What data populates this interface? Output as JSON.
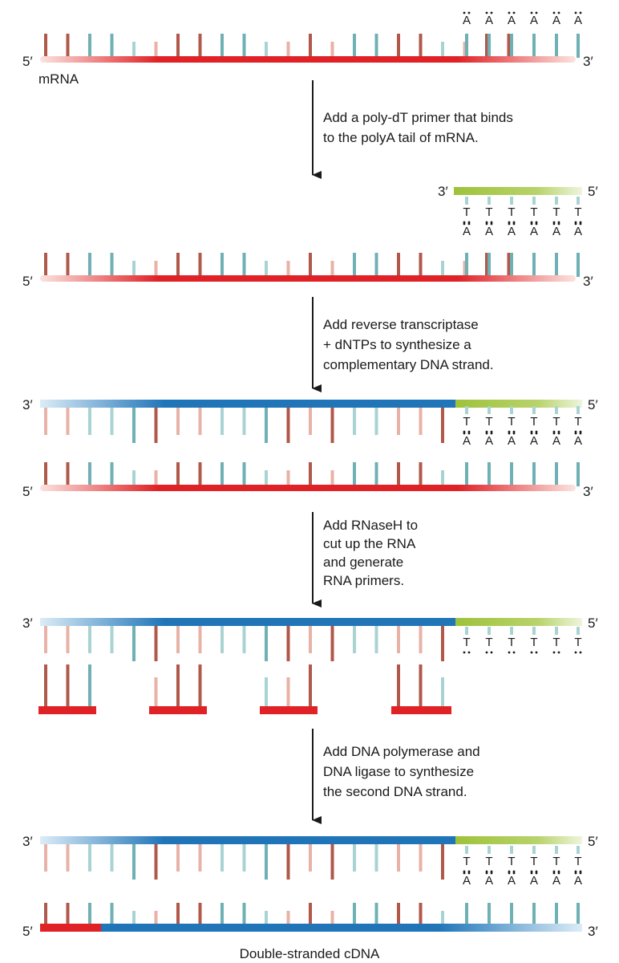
{
  "labels": {
    "five_prime": "5′",
    "three_prime": "3′",
    "mrna": "mRNA",
    "base_a": "A",
    "base_t": "T",
    "final": "Double-stranded cDNA"
  },
  "steps": [
    {
      "lines": [
        "Add a poly-dT primer that binds",
        "to the polyA tail of mRNA."
      ]
    },
    {
      "lines": [
        "Add reverse transcriptase",
        "+ dNTPs to synthesize a",
        "complementary DNA strand."
      ]
    },
    {
      "lines": [
        "Add RNaseH to",
        "cut up the RNA",
        "and generate",
        "RNA primers."
      ]
    },
    {
      "lines": [
        "Add DNA polymerase and",
        "DNA ligase to synthesize",
        "the second DNA strand."
      ]
    }
  ],
  "colors": {
    "mrna": "#e02227",
    "cdna": "#1f75b8",
    "primer": "#9ec23b",
    "base_teal": "#6fb0b4",
    "base_brown": "#b0584a",
    "base_pink": "#e8b2a6",
    "base_lightteal": "#a9d3d3",
    "arrow": "#1a1a1a"
  }
}
